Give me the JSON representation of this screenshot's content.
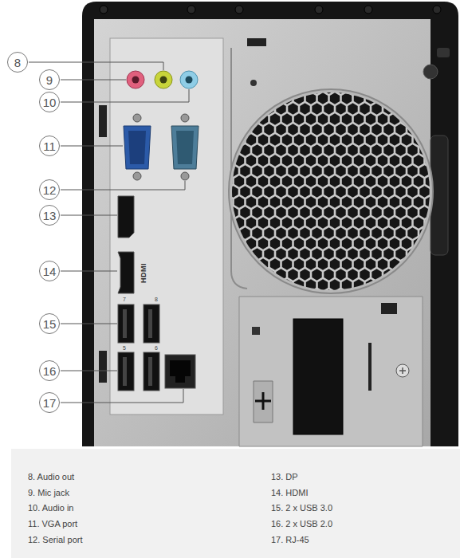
{
  "diagram": {
    "labels": [
      "8",
      "9",
      "10",
      "11",
      "12",
      "13",
      "14",
      "15",
      "16",
      "17",
      "HDMI",
      "7",
      "8",
      "5",
      "6",
      "8. Audio out",
      "9. Mic jack",
      "10. Audio in",
      "11. VGA port",
      "12. Serial port",
      "13. DP",
      "14. HDMI",
      "15. 2 x USB 3.0",
      "16. 2 x USB 2.0",
      "17. RJ-45"
    ]
  }
}
